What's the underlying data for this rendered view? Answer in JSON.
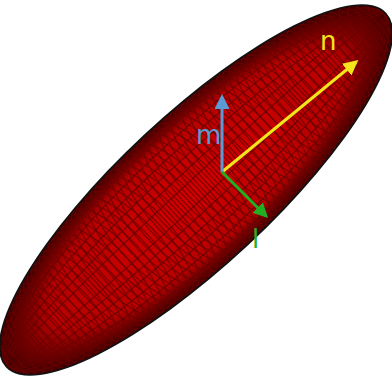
{
  "diagram": {
    "labels": [
      "n",
      "m",
      "l"
    ]
  }
}
